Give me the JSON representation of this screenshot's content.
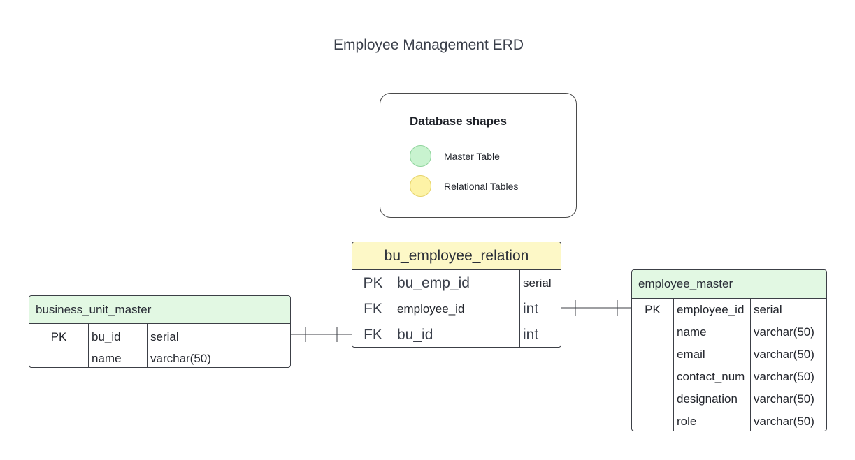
{
  "diagram": {
    "title": "Employee Management ERD"
  },
  "legend": {
    "title": "Database shapes",
    "items": [
      {
        "label": "Master Table",
        "color": "#c8f3cf",
        "border": "#8fd49c"
      },
      {
        "label": "Relational Tables",
        "color": "#fdf3a6",
        "border": "#e6d36a"
      }
    ]
  },
  "entities": {
    "business_unit_master": {
      "name": "business_unit_master",
      "rows": [
        {
          "key": "PK",
          "field": "bu_id",
          "type": "serial"
        },
        {
          "key": "",
          "field": "name",
          "type": "varchar(50)"
        }
      ]
    },
    "bu_employee_relation": {
      "name": "bu_employee_relation",
      "rows": [
        {
          "key": "PK",
          "field": "bu_emp_id",
          "type": "serial"
        },
        {
          "key": "FK",
          "field": "employee_id",
          "type": "int"
        },
        {
          "key": "FK",
          "field": "bu_id",
          "type": "int"
        }
      ]
    },
    "employee_master": {
      "name": "employee_master",
      "rows": [
        {
          "key": "PK",
          "field": "employee_id",
          "type": "serial"
        },
        {
          "key": "",
          "field": "name",
          "type": "varchar(50)"
        },
        {
          "key": "",
          "field": "email",
          "type": "varchar(50)"
        },
        {
          "key": "",
          "field": "contact_num",
          "type": "varchar(50)"
        },
        {
          "key": "",
          "field": "designation",
          "type": "varchar(50)"
        },
        {
          "key": "",
          "field": "role",
          "type": "varchar(50)"
        }
      ]
    }
  },
  "relationships": [
    {
      "from": "business_unit_master",
      "to": "bu_employee_relation",
      "cardinality": "one-to-one"
    },
    {
      "from": "bu_employee_relation",
      "to": "employee_master",
      "cardinality": "one-to-one"
    }
  ]
}
